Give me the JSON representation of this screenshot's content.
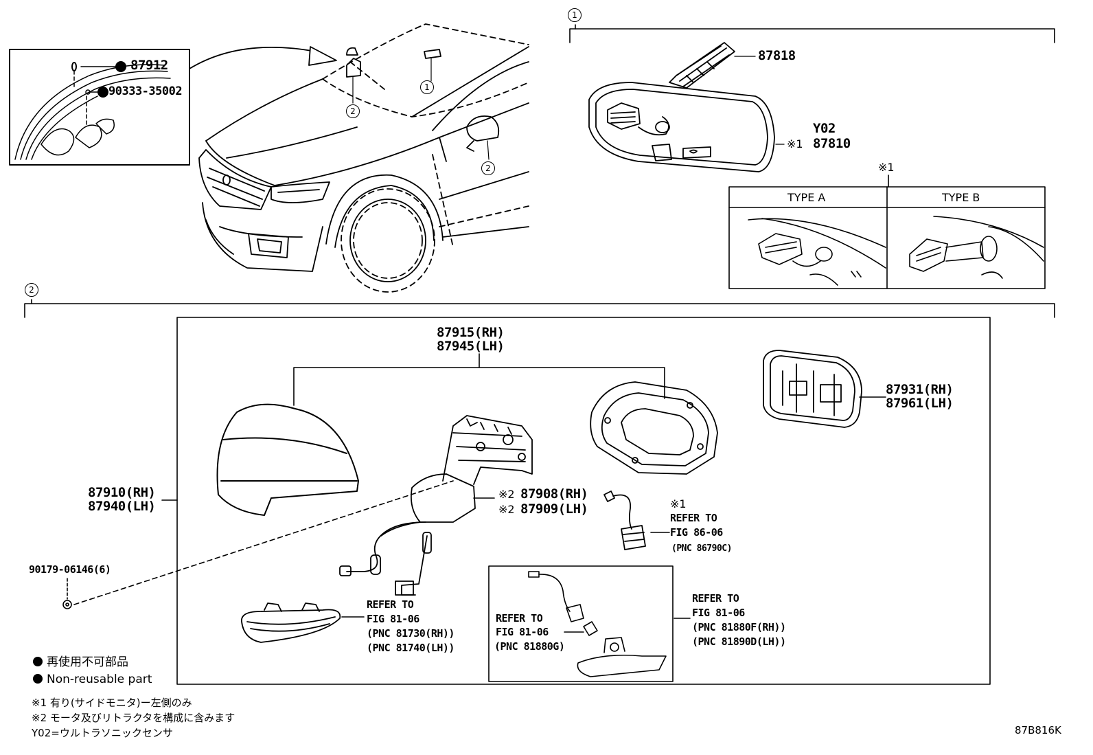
{
  "callouts": [
    "1",
    "2"
  ],
  "inset": {
    "p87912": "87912",
    "p90333": "90333-35002"
  },
  "section1": {
    "p87818": "87818",
    "y02": "Y02",
    "mark1": "※1",
    "p87810": "87810",
    "type_header_mark": "※1",
    "type_a": "TYPE A",
    "type_b": "TYPE B"
  },
  "section2": {
    "cover_rh": "87915(RH)",
    "cover_lh": "87945(LH)",
    "glass_rh": "87931(RH)",
    "glass_lh": "87961(LH)",
    "assy_rh": "87910(RH)",
    "assy_lh": "87940(LH)",
    "mark2": "※2",
    "motor_rh": "87908(RH)",
    "motor_lh": "87909(LH)",
    "screw": "90179-06146(6)",
    "cam_mark": "※1",
    "cam_refer": "REFER TO",
    "cam_fig": "FIG 86-06",
    "cam_pnc": "(PNC 86790C)",
    "sig_refer": "REFER TO",
    "sig_fig": "FIG 81-06",
    "sig_pnc_rh": "(PNC 81730(RH))",
    "sig_pnc_lh": "(PNC 81740(LH))",
    "bulb_refer": "REFER TO",
    "bulb_fig": "FIG 81-06",
    "bulb_pnc": "(PNC 81880G)",
    "lamp_refer": "REFER TO",
    "lamp_fig": "FIG 81-06",
    "lamp_pnc_rh": "(PNC 81880F(RH))",
    "lamp_pnc_lh": "(PNC 81890D(LH))"
  },
  "legend": {
    "jp_nonreusable": "再使用不可部品",
    "en_nonreusable": "Non-reusable part"
  },
  "notes": {
    "n1": "※1 有り(サイドモニタ)ー左側のみ",
    "n2": "※2 モータ及びリトラクタを構成に含みます",
    "n3": "Y02=ウルトラソニックセンサ"
  },
  "fig_code": "87B816K"
}
